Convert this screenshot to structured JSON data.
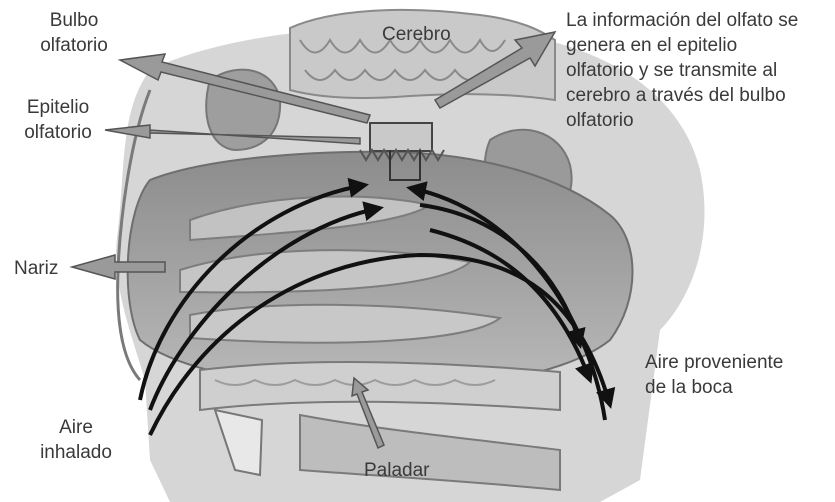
{
  "labels": {
    "bulbo_olfatorio": [
      "Bulbo",
      "olfatorio"
    ],
    "cerebro": "Cerebro",
    "info": [
      "La información del olfato se",
      "genera en el epitelio",
      "olfatorio y se transmite al",
      "cerebro a través del bulbo",
      "olfatorio"
    ],
    "epitelio_olfatorio": [
      "Epitelio",
      "olfatorio"
    ],
    "nariz": "Nariz",
    "aire_boca": [
      "Aire proveniente",
      "de la boca"
    ],
    "aire_inhalado": [
      "Aire",
      "inhalado"
    ],
    "paladar": "Paladar"
  },
  "colors": {
    "text": "#3a3a3a",
    "tissue_light": "#d4d4d4",
    "tissue_mid": "#a8a8a8",
    "tissue_dark": "#7a7a7a",
    "airflow": "#111111",
    "pointer_fill": "#9a9a9a"
  }
}
